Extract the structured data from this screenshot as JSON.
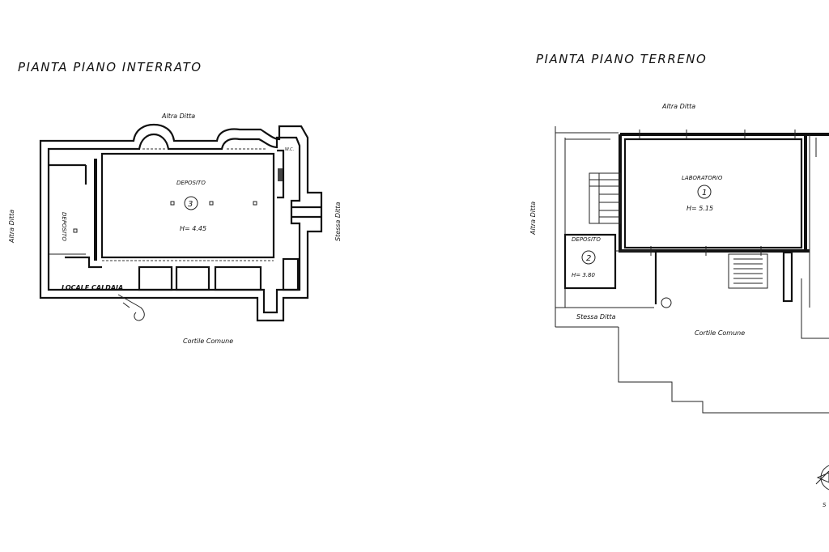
{
  "left_plan": {
    "title": "PIANTA PIANO INTERRATO",
    "label_top": "Altra Ditta",
    "label_left": "Altra Ditta",
    "label_right": "Stessa Ditta",
    "label_bottom": "Cortile Comune",
    "room_main": "DEPOSITO",
    "room_main_number": "3",
    "room_main_height": "H= 4.45",
    "room_side": "DEPOSITO",
    "room_boiler": "LOCALE CALDAIA",
    "wc": "W.C."
  },
  "right_plan": {
    "title": "PIANTA PIANO TERRENO",
    "label_top": "Altra Ditta",
    "label_left": "Altra Ditta",
    "label_bottom_left": "Stessa Ditta",
    "label_courtyard": "Cortile Comune",
    "room_main": "LABORATORIO",
    "room_main_number": "1",
    "room_main_height": "H= 5.15",
    "room_side": "DEPOSITO",
    "room_side_number": "2",
    "room_side_height": "H= 3.80"
  },
  "compass": {
    "letter_bottom": "S"
  }
}
